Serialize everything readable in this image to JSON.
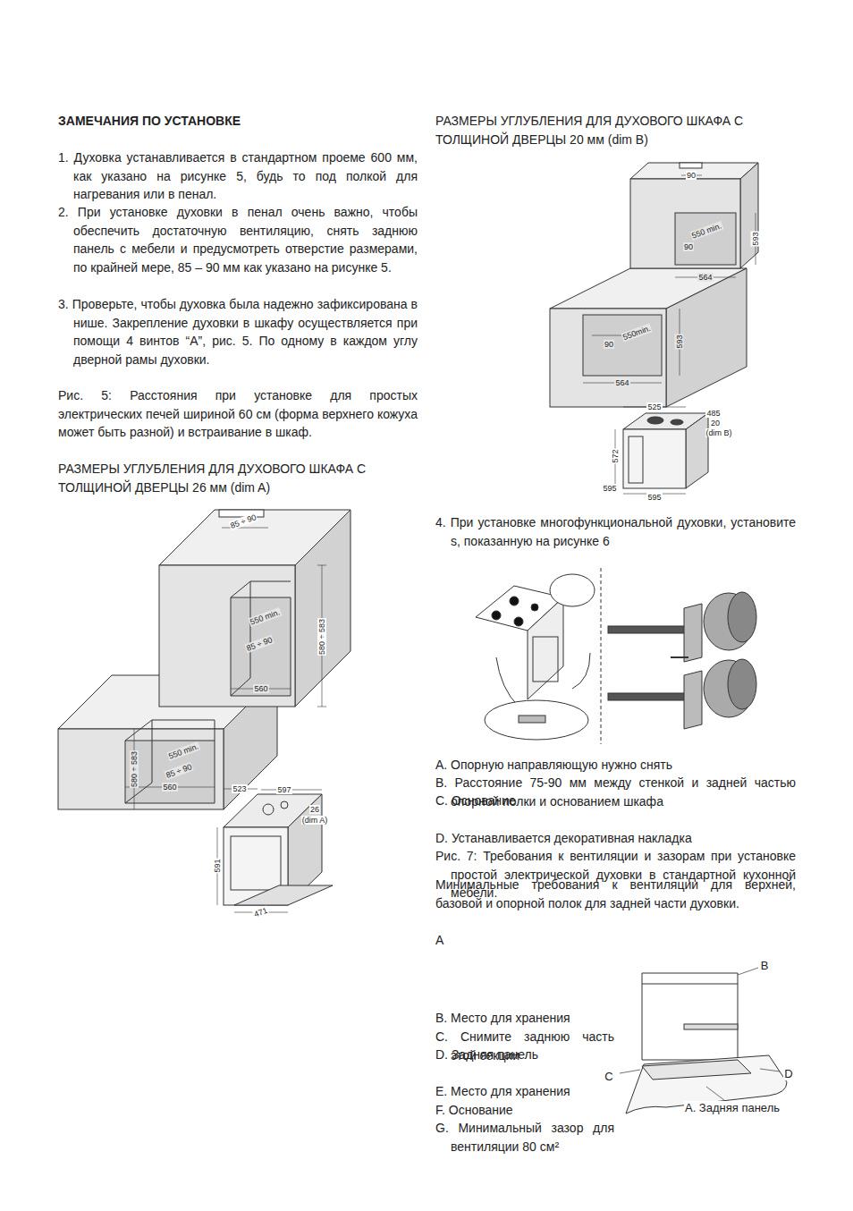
{
  "diagram": {
    "title": "ЗАМЕЧАНИЯ ПО УСТАНОВКЕ",
    "labels": [
      "1. Духовка устанавливается в стандартном проеме 600 мм, как указано на рисунке 5, будь то под полкой для нагревания или в пенал.",
      "2. При установке духовки в пенал очень важно, чтобы обеспечить достаточную вентиляцию, снять заднюю панель с мебели и предусмотреть отверстие размерами, по крайней мере, 85 – 90 мм как указано на рисунке 5.",
      "3. Проверьте, чтобы духовка была надежно зафиксирована в нише. Закрепление духовки в шкафу осуществляется при помощи 4 винтов “A”, рис. 5. По одному в каждом углу дверной рамы духовки.",
      "Рис. 5: Расстояния при установке для простых электрических печей шириной 60 см (форма верхнего кожуха может быть разной) и встраивание в шкаф.",
      "РАЗМЕРЫ УГЛУБЛЕНИЯ ДЛЯ ДУХОВОГО ШКАФА С ТОЛЩИНОЙ ДВЕРЦЫ 26 мм (dim A)",
      "85 ÷ 90",
      "580 ÷ 583",
      "550 min.",
      "85 ÷ 90",
      "560",
      "550 min.",
      "85 ÷ 90",
      "580 ÷ 583",
      "560",
      "523",
      "597",
      "26",
      "(dim A)",
      "591",
      "471",
      "РАЗМЕРЫ УГЛУБЛЕНИЯ ДЛЯ ДУХОВОГО ШКАФА С ТОЛЩИНОЙ ДВЕРЦЫ 20 мм (dim B)",
      "90",
      "550 min.",
      "90",
      "593",
      "564",
      "593",
      "550min.",
      "90",
      "564",
      "525",
      "485",
      "20",
      "(dim B)",
      "572",
      "595",
      "595",
      "4. При установке многофункциональной духовки, установите s, показанную на рисунке 6",
      "A. Опорную направляющую нужно снять",
      "B. Расстояние 75-90 мм между стенкой и задней частью опорной полки и основанием шкафа",
      "C. Основание",
      "D. Устанавливается декоративная накладка",
      "Рис. 7: Требования к вентиляции и зазорам при установке простой электрической духовки в стандартной кухонной мебели.",
      "Минимальные требования к вентиляции для верхней, базовой и опорной полок для задней части духовки.",
      "A",
      "B",
      "C",
      "D",
      "A. Задняя панель",
      "B. Место для хранения",
      "C. Снимите заднюю часть этой секции",
      "D. Задняя панель",
      "E. Место для хранения",
      "F. Основание",
      "G. Минимальный зазор для вентиляции 80 см²"
    ]
  }
}
